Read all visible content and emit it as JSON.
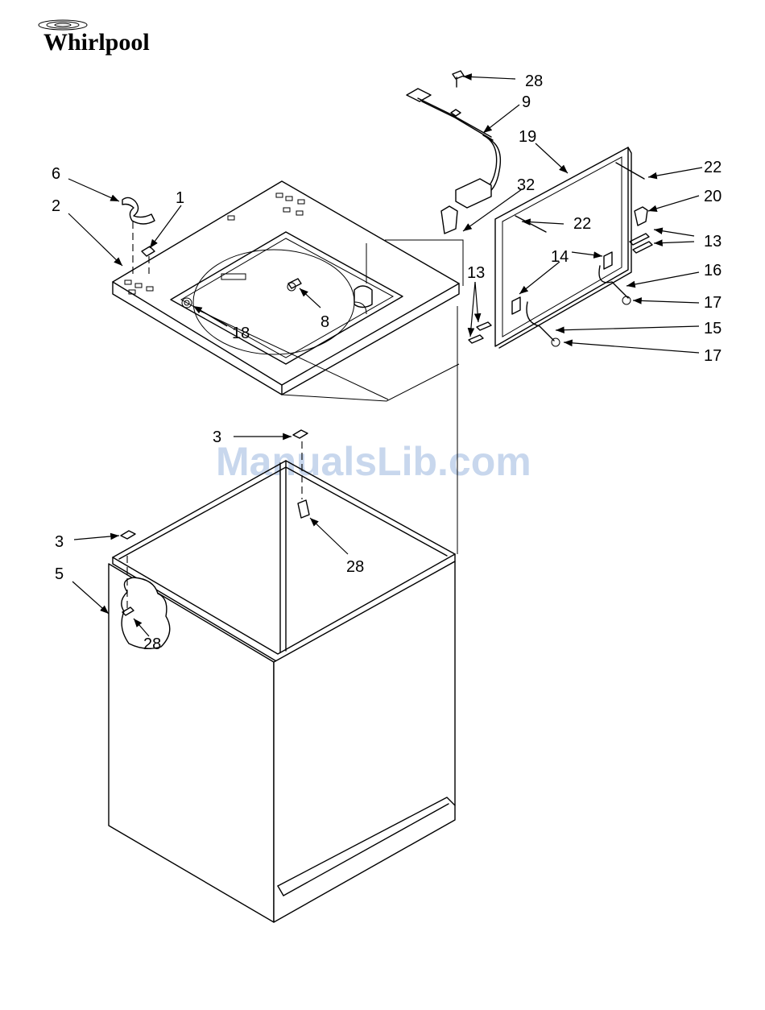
{
  "brand": {
    "logo_text": "Whirlpool"
  },
  "watermark": "ManualsLib.com",
  "callouts": {
    "c28a": "28",
    "c9": "9",
    "c19": "19",
    "c6": "6",
    "c1": "1",
    "c2": "2",
    "c32": "32",
    "c22a": "22",
    "c22b": "22",
    "c20": "20",
    "c13a": "13",
    "c14": "14",
    "c13b": "13",
    "c16": "16",
    "c17a": "17",
    "c15": "15",
    "c17b": "17",
    "c8": "8",
    "c18": "18",
    "c3a": "3",
    "c28b": "28",
    "c3b": "3",
    "c5": "5",
    "c28c": "28"
  }
}
